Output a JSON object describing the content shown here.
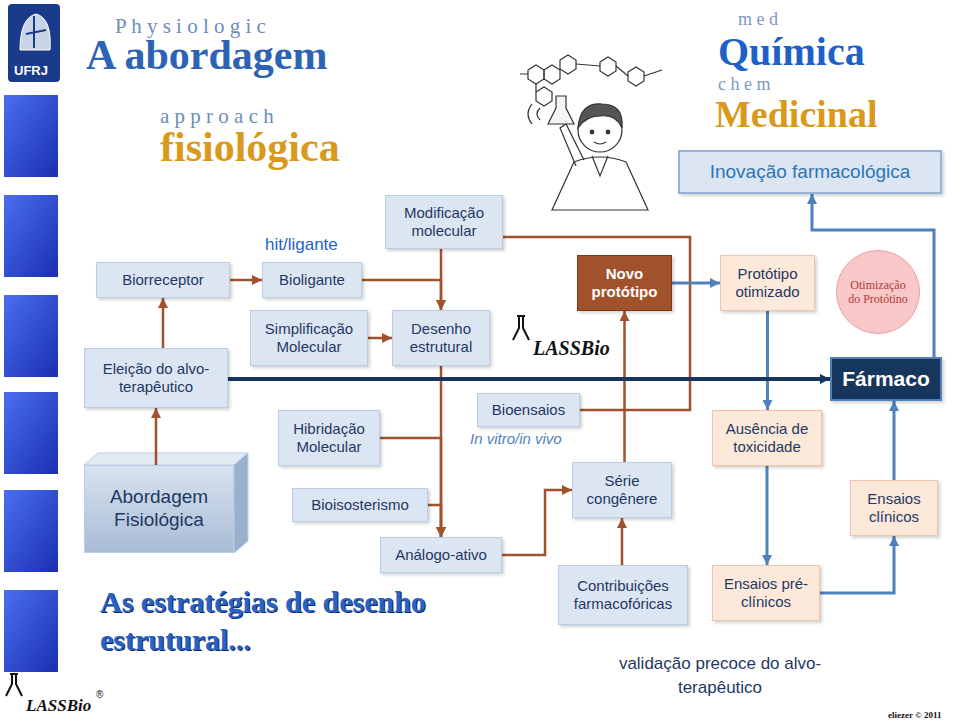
{
  "diagram": {
    "nodes": [
      {
        "text": [
          "Inovação farmacológica"
        ]
      },
      {
        "text": [
          "Modificação molecular"
        ]
      },
      {
        "text": [
          "Biorreceptor"
        ]
      },
      {
        "text": [
          "Bioligante"
        ]
      },
      {
        "text": [
          "Novo protótipo"
        ]
      },
      {
        "text": [
          "Protótipo otimizado"
        ]
      },
      {
        "text": [
          "Otimização do Protótino"
        ]
      },
      {
        "text": [
          "Simplificação Molecular"
        ]
      },
      {
        "text": [
          "Desenho estrutural"
        ]
      },
      {
        "text": [
          "Eleição do alvo-terapêutico"
        ]
      },
      {
        "text": [
          "Fármaco"
        ]
      },
      {
        "text": [
          "Hibridação Molecular"
        ]
      },
      {
        "text": [
          "Bioensaios"
        ]
      },
      {
        "text": [
          "Ausência de toxicidade"
        ]
      },
      {
        "text": [
          "Série congênere"
        ]
      },
      {
        "text": [
          "Ensaios clínicos"
        ]
      },
      {
        "text": [
          "Abordagem Fisiológica"
        ]
      },
      {
        "text": [
          "Bioisosterismo"
        ]
      },
      {
        "text": [
          "Análogo-ativo"
        ]
      },
      {
        "text": [
          "Ensaios pré-clínicos"
        ]
      },
      {
        "text": [
          "Contribuições farmacofóricas"
        ]
      }
    ],
    "edges": [
      {
        "from": 16,
        "to": 9,
        "arrow": "to"
      },
      {
        "from": 9,
        "to": 2,
        "arrow": "to"
      },
      {
        "from": 2,
        "to": 3,
        "arrow": "to"
      },
      {
        "from": 3,
        "to": 8,
        "arrow": "to"
      },
      {
        "from": 1,
        "to": 8,
        "arrow": "to"
      },
      {
        "from": 7,
        "to": 8,
        "arrow": "to"
      },
      {
        "from": 8,
        "to": 18,
        "arrow": "to"
      },
      {
        "from": 11,
        "to": 18,
        "arrow": "to"
      },
      {
        "from": 17,
        "to": 18,
        "arrow": "to"
      },
      {
        "from": 18,
        "to": 14,
        "arrow": "to"
      },
      {
        "from": 14,
        "to": 4,
        "arrow": "to"
      },
      {
        "from": 20,
        "to": 14,
        "arrow": "to"
      },
      {
        "from": 12,
        "to": 1,
        "arrow": "none"
      },
      {
        "from": 4,
        "to": 5,
        "arrow": "to"
      },
      {
        "from": 5,
        "to": 13,
        "arrow": "to"
      },
      {
        "from": 13,
        "to": 19,
        "arrow": "to"
      },
      {
        "from": 19,
        "to": 15,
        "arrow": "to"
      },
      {
        "from": 15,
        "to": 10,
        "arrow": "to"
      },
      {
        "from": 10,
        "to": 0,
        "arrow": "to"
      },
      {
        "from": 9,
        "to": 10,
        "arrow": "to"
      }
    ],
    "labels": [
      "UFRJ",
      "P h y s i o l o g i c",
      "A abordagem",
      "a p p r o a c h",
      "fisiológica",
      "m e d",
      "Química",
      "c h e m",
      "Medicinal",
      "hit/ligante",
      "LASSBio",
      "In vitro/in vivo",
      "As estratégias de desenho estrutural...",
      "LASSBio",
      "®",
      "validação precoce do alvo-terapêutico",
      "eliezer © 2011"
    ]
  }
}
